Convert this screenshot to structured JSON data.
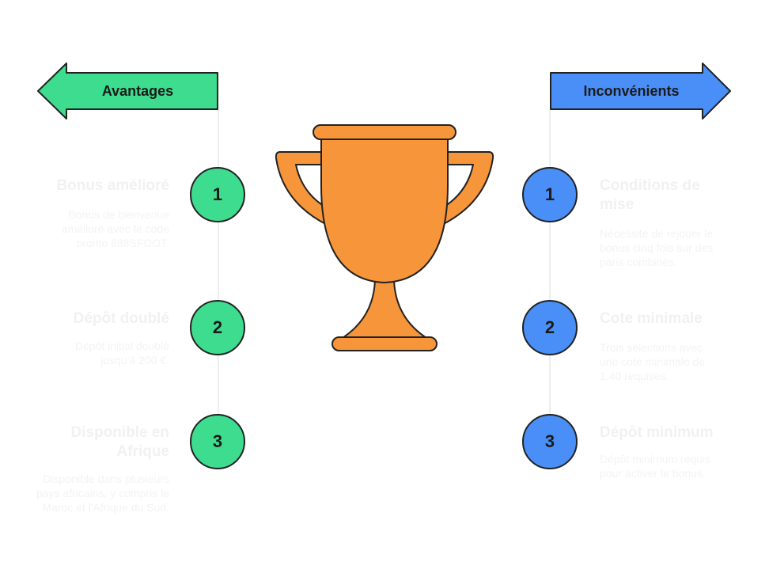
{
  "colors": {
    "advantages": "#3ddc8f",
    "drawbacks": "#4a8ff7",
    "trophy": "#f7953b",
    "outline": "#222222"
  },
  "advantages": {
    "label": "Avantages",
    "items": [
      {
        "number": "1",
        "title": "Bonus amélioré",
        "description": "Bonus de bienvenue amélioré avec le code promo 888SFOOT."
      },
      {
        "number": "2",
        "title": "Dépôt doublé",
        "description": "Dépôt initial doublé jusqu'à 200 €."
      },
      {
        "number": "3",
        "title": "Disponible en Afrique",
        "description": "Disponible dans plusieurs pays africains, y compris le Maroc et l'Afrique du Sud."
      }
    ]
  },
  "drawbacks": {
    "label": "Inconvénients",
    "items": [
      {
        "number": "1",
        "title": "Conditions de mise",
        "description": "Nécessité de rejouer le bonus cinq fois sur des paris combinés."
      },
      {
        "number": "2",
        "title": "Cote minimale",
        "description": "Trois sélections avec une cote minimale de 1,40 requises."
      },
      {
        "number": "3",
        "title": "Dépôt minimum",
        "description": "Dépôt minimum requis pour activer le bonus."
      }
    ]
  },
  "trophy_icon": "trophy-icon"
}
